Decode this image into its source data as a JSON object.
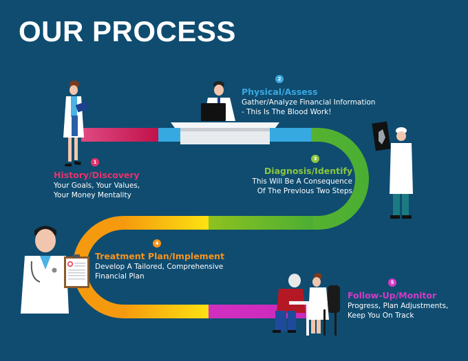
{
  "page": {
    "title": "OUR PROCESS",
    "background": "#0f4c70"
  },
  "steps": [
    {
      "number": "1",
      "title": "History/Discovery",
      "color": "#e8336b",
      "lines": [
        "Your Goals, Your Values,",
        "Your Money Mentality"
      ]
    },
    {
      "number": "2",
      "title": "Physical/Assess",
      "color": "#3aa8e0",
      "lines": [
        "Gather/Analyze Financial Information",
        "- This Is The Blood Work!"
      ]
    },
    {
      "number": "3",
      "title": "Diagnosis/Identify",
      "color": "#8cc63f",
      "lines": [
        "This Will Be A Consequence",
        "Of The Previous Two Steps"
      ]
    },
    {
      "number": "4",
      "title": "Treatment Plan/Implement",
      "color": "#f7941d",
      "lines": [
        "Develop A Tailored, Comprehensive",
        "Financial Plan"
      ]
    },
    {
      "number": "5",
      "title": "Follow-Up/Monitor",
      "color": "#d63ac6",
      "lines": [
        "Progress, Plan Adjustments,",
        "Keep You On Track"
      ]
    }
  ],
  "path_colors": {
    "pink_start": "#e04a82",
    "pink_end": "#c0124a",
    "blue": "#36a9e1",
    "green_start": "#56b22f",
    "green_end": "#8ec21f",
    "yellow": "#fde212",
    "orange": "#f59a0e",
    "magenta": "#d12fc0"
  },
  "illustrations": [
    "female-doctor-with-clipboard",
    "doctor-at-desk-with-laptop",
    "doctor-holding-xray",
    "doctor-holding-clipboard",
    "nurse-checking-patient"
  ]
}
